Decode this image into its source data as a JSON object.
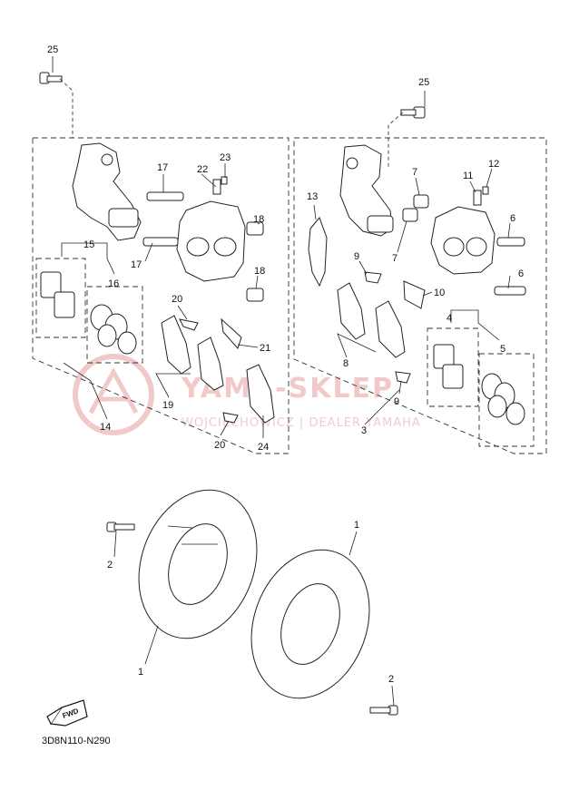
{
  "diagram": {
    "code": "3D8N110-N290",
    "watermark": {
      "line1": "YAMA-SKLEP",
      "line2": "WOJCIECHOWICZ | DEALER YAMAHA",
      "color": "#f2c9c9"
    },
    "fwd_label": "FWD",
    "callouts": {
      "c25_left": "25",
      "c25_right": "25",
      "c17_top": "17",
      "c17_bottom": "17",
      "c22": "22",
      "c23": "23",
      "c18_top": "18",
      "c18_bottom": "18",
      "c15": "15",
      "c16": "16",
      "c20_top": "20",
      "c20_bottom": "20",
      "c21": "21",
      "c19": "19",
      "c24": "24",
      "c14": "14",
      "c13": "13",
      "c7_top": "7",
      "c7_bottom": "7",
      "c11": "11",
      "c12": "12",
      "c6_top": "6",
      "c6_bottom": "6",
      "c9_top": "9",
      "c9_bottom": "9",
      "c10": "10",
      "c8": "8",
      "c4": "4",
      "c5": "5",
      "c3": "3",
      "c2_left": "2",
      "c2_right": "2",
      "c1_left": "1",
      "c1_right": "1"
    }
  }
}
